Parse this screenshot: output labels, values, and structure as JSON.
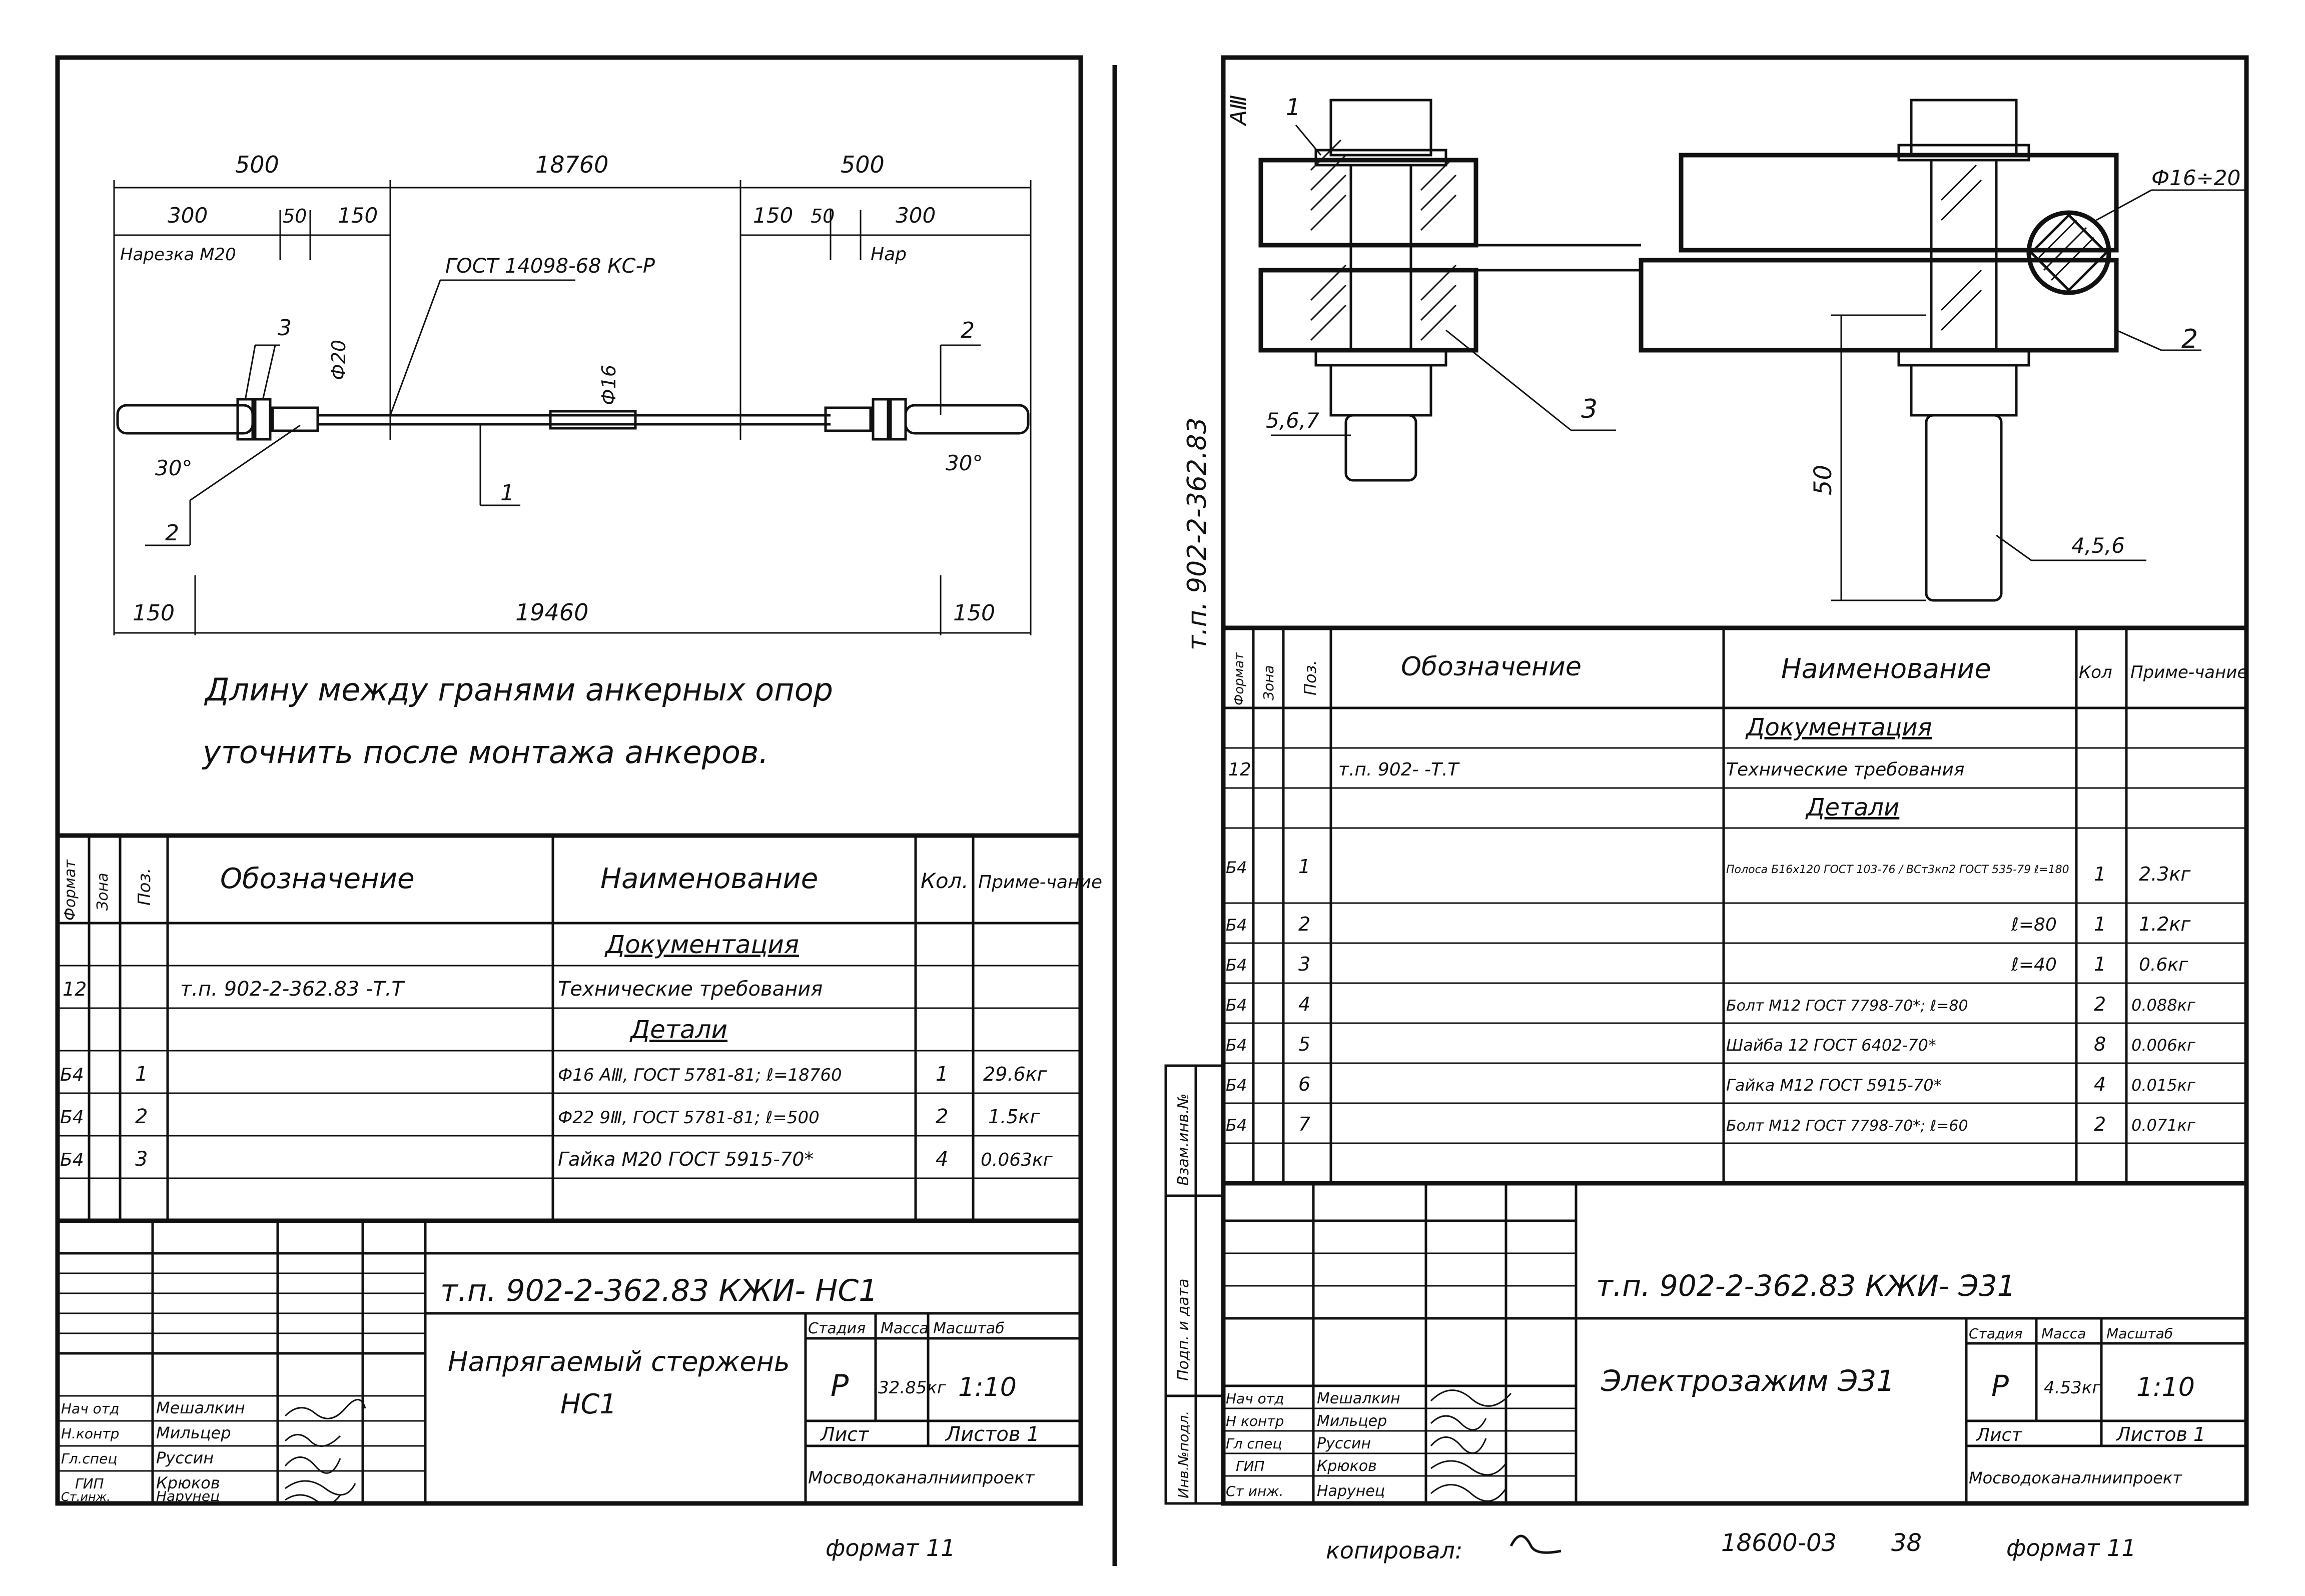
{
  "left_sheet": {
    "dimensions": {
      "top_left_500": "500",
      "top_mid_18760": "18760",
      "top_right_500": "500",
      "d300_left": "300",
      "d50_left": "50",
      "d150_left": "150",
      "d150_right": "150",
      "d50_right": "50",
      "d300_right": "300",
      "thread_label": "Нарезка М20",
      "thread_label_right": "Нар",
      "gost_weld": "ГОСТ 14098-68 КС-Р",
      "phi20": "Ф20",
      "phi16": "Ф16",
      "angle_left": "30°",
      "angle_right": "30°",
      "pos1": "1",
      "pos2_left": "2",
      "pos2_right": "2",
      "pos3": "3",
      "bottom_150_left": "150",
      "bottom_19460": "19460",
      "bottom_150_right": "150"
    },
    "note_line1": "Длину между гранями анкерных опор",
    "note_line2": "уточнить после монтажа анкеров.",
    "table": {
      "headers": {
        "format": "Формат",
        "zone": "Зона",
        "pos": "Поз.",
        "designation": "Обозначение",
        "name": "Наименование",
        "qty": "Кол.",
        "note": "Приме-чание"
      },
      "rows": [
        {
          "format": "",
          "zone": "",
          "pos": "",
          "designation": "",
          "name": "Документация",
          "qty": "",
          "note": ""
        },
        {
          "format": "12",
          "zone": "",
          "pos": "",
          "designation": "т.п. 902-2-362.83 -Т.Т",
          "name": "Технические требования",
          "qty": "",
          "note": ""
        },
        {
          "format": "",
          "zone": "",
          "pos": "",
          "designation": "",
          "name": "Детали",
          "qty": "",
          "note": ""
        },
        {
          "format": "Б4",
          "zone": "",
          "pos": "1",
          "designation": "",
          "name": "Ф16 АⅢ, ГОСТ 5781-81; ℓ=18760",
          "qty": "1",
          "note": "29.6кг"
        },
        {
          "format": "Б4",
          "zone": "",
          "pos": "2",
          "designation": "",
          "name": "Ф22 9Ⅲ, ГОСТ 5781-81; ℓ=500",
          "qty": "2",
          "note": "1.5кг"
        },
        {
          "format": "Б4",
          "zone": "",
          "pos": "3",
          "designation": "",
          "name": "Гайка М20 ГОСТ 5915-70*",
          "qty": "4",
          "note": "0.063кг"
        }
      ]
    },
    "title_block": {
      "doc_code": "т.п. 902-2-362.83 КЖИ- НС1",
      "item_name_line1": "Напрягаемый стержень",
      "item_name_line2": "НС1",
      "stage_label": "Стадия",
      "mass_label": "Масса",
      "scale_label": "Масштаб",
      "stage": "Р",
      "mass": "32.85кг",
      "scale": "1:10",
      "sheet_label": "Лист",
      "sheets_label": "Листов 1",
      "org": "Мосводоканалниипроект",
      "roles": [
        {
          "role": "Нач отд",
          "name": "Мешалкин"
        },
        {
          "role": "Н.контр",
          "name": "Мильцер"
        },
        {
          "role": "Гл.спец",
          "name": "Руссин"
        },
        {
          "role": "ГИП",
          "name": "Крюков"
        },
        {
          "role": "Ст.инж.",
          "name": "Нарунец"
        }
      ]
    },
    "format_note": "формат 11"
  },
  "right_sheet": {
    "side_code": "т.п. 902-2-362.83",
    "steel_mark": "АⅢ",
    "callouts": {
      "c1": "1",
      "c2": "2",
      "c3": "3",
      "c567": "5,6,7",
      "c456": "4,5,6",
      "dim50": "50",
      "phi_range": "Ф16÷20"
    },
    "table": {
      "headers": {
        "format": "Формат",
        "zone": "Зона",
        "pos": "Поз.",
        "designation": "Обозначение",
        "name": "Наименование",
        "qty": "Кол",
        "note": "Приме-чание"
      },
      "rows": [
        {
          "format": "",
          "zone": "",
          "pos": "",
          "designation": "",
          "name": "Документация",
          "qty": "",
          "note": ""
        },
        {
          "format": "12",
          "zone": "",
          "pos": "",
          "designation": "т.п. 902-                 -Т.Т",
          "name": "Технические требования",
          "qty": "",
          "note": ""
        },
        {
          "format": "",
          "zone": "",
          "pos": "",
          "designation": "",
          "name": "Детали",
          "qty": "",
          "note": ""
        },
        {
          "format": "Б4",
          "zone": "",
          "pos": "1",
          "designation": "",
          "name": "Полоса Б16х120 ГОСТ 103-76 / ВСт3кп2 ГОСТ 535-79 ℓ=180",
          "qty": "1",
          "note": "2.3кг"
        },
        {
          "format": "Б4",
          "zone": "",
          "pos": "2",
          "designation": "",
          "name": "ℓ=80",
          "qty": "1",
          "note": "1.2кг"
        },
        {
          "format": "Б4",
          "zone": "",
          "pos": "3",
          "designation": "",
          "name": "ℓ=40",
          "qty": "1",
          "note": "0.6кг"
        },
        {
          "format": "Б4",
          "zone": "",
          "pos": "4",
          "designation": "",
          "name": "Болт М12 ГОСТ 7798-70*; ℓ=80",
          "qty": "2",
          "note": "0.088кг"
        },
        {
          "format": "Б4",
          "zone": "",
          "pos": "5",
          "designation": "",
          "name": "Шайба 12 ГОСТ 6402-70*",
          "qty": "8",
          "note": "0.006кг"
        },
        {
          "format": "Б4",
          "zone": "",
          "pos": "6",
          "designation": "",
          "name": "Гайка М12 ГОСТ 5915-70*",
          "qty": "4",
          "note": "0.015кг"
        },
        {
          "format": "Б4",
          "zone": "",
          "pos": "7",
          "designation": "",
          "name": "Болт М12 ГОСТ 7798-70*; ℓ=60",
          "qty": "2",
          "note": "0.071кг"
        }
      ]
    },
    "side_labels": {
      "vzam": "Взам.инв.№",
      "podp": "Подп. и дата",
      "inv": "Инв.№подл."
    },
    "title_block": {
      "doc_code": "т.п. 902-2-362.83 КЖИ- Э31",
      "item_name": "Электрозажим Э31",
      "stage_label": "Стадия",
      "mass_label": "Масса",
      "scale_label": "Масштаб",
      "stage": "Р",
      "mass": "4.53кг",
      "scale": "1:10",
      "sheet_label": "Лист",
      "sheets_label": "Листов 1",
      "org": "Мосводоканалниипроект",
      "roles": [
        {
          "role": "Нач отд",
          "name": "Мешалкин"
        },
        {
          "role": "Н контр",
          "name": "Мильцер"
        },
        {
          "role": "Гл спец",
          "name": "Руссин"
        },
        {
          "role": "ГИП",
          "name": "Крюков"
        },
        {
          "role": "Ст инж.",
          "name": "Нарунец"
        }
      ]
    },
    "copied": "копировал:",
    "archive_no": "18600-03",
    "archive_sheet": "38",
    "format_note": "формат 11"
  }
}
